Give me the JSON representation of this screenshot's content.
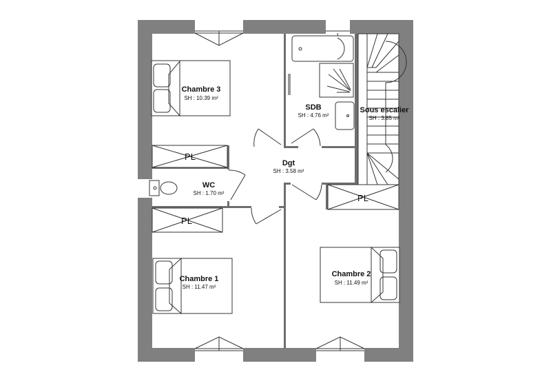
{
  "rooms": {
    "chambre3": {
      "name": "Chambre 3",
      "area": "SH : 10.39 m²"
    },
    "sdb": {
      "name": "SDB",
      "area": "SH : 4.76 m²"
    },
    "sous_escalier": {
      "name": "Sous escalier",
      "area": "SH : 3.85 m²"
    },
    "dgt": {
      "name": "Dgt",
      "area": "SH : 3.58 m²"
    },
    "wc": {
      "name": "WC",
      "area": "SH : 1.70 m²"
    },
    "chambre1": {
      "name": "Chambre 1",
      "area": "SH : 11.47 m²"
    },
    "chambre2": {
      "name": "Chambre 2",
      "area": "SH : 11.49 m²"
    }
  },
  "closets": [
    "PL",
    "PL",
    "PL"
  ],
  "colors": {
    "wall": "#808080",
    "line": "#333333",
    "background": "#ffffff"
  }
}
